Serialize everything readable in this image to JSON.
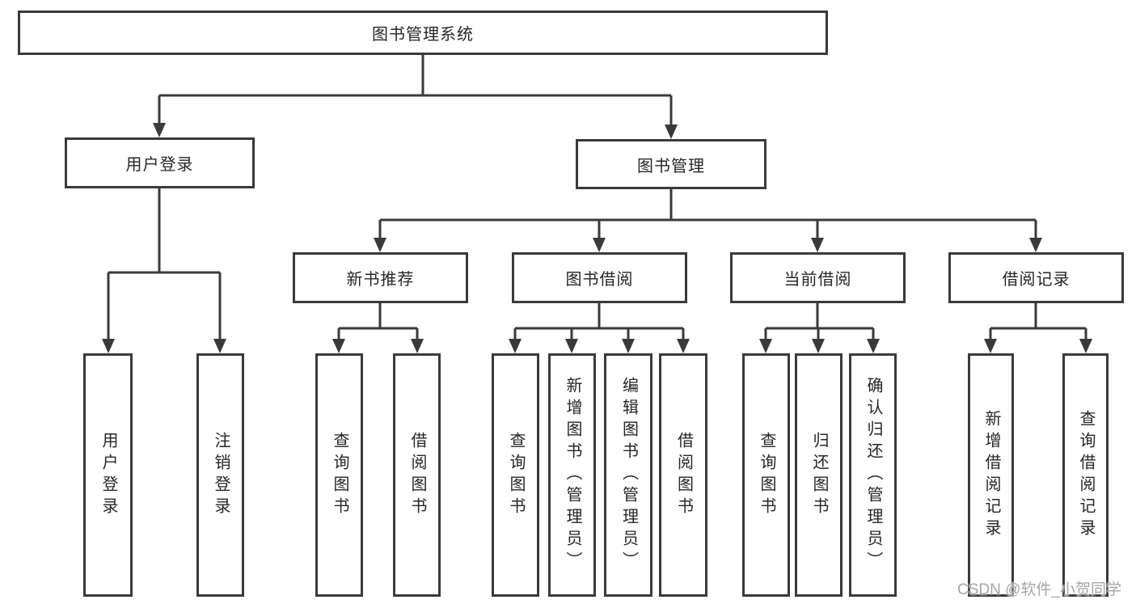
{
  "colors": {
    "line": "#3a3a3a",
    "text": "#262626",
    "background": "#ffffff",
    "watermark": "#a6a6a6"
  },
  "watermark": "CSDN @软件_小贺同学",
  "chart_data": {
    "type": "table",
    "title": "图书管理系统",
    "structure": "hierarchy-tree"
  },
  "tree": {
    "label": "图书管理系统",
    "children": [
      {
        "label": "用户登录",
        "children": [
          {
            "label": "用户登录"
          },
          {
            "label": "注销登录"
          }
        ]
      },
      {
        "label": "图书管理",
        "children": [
          {
            "label": "新书推荐",
            "children": [
              {
                "label": "查询图书"
              },
              {
                "label": "借阅图书"
              }
            ]
          },
          {
            "label": "图书借阅",
            "children": [
              {
                "label": "查询图书"
              },
              {
                "label": "新增图书（管理员）"
              },
              {
                "label": "编辑图书（管理员）"
              },
              {
                "label": "借阅图书"
              }
            ]
          },
          {
            "label": "当前借阅",
            "children": [
              {
                "label": "查询图书"
              },
              {
                "label": "归还图书"
              },
              {
                "label": "确认归还（管理员）"
              }
            ]
          },
          {
            "label": "借阅记录",
            "children": [
              {
                "label": "新增借阅记录"
              },
              {
                "label": "查询借阅记录"
              }
            ]
          }
        ]
      }
    ]
  }
}
